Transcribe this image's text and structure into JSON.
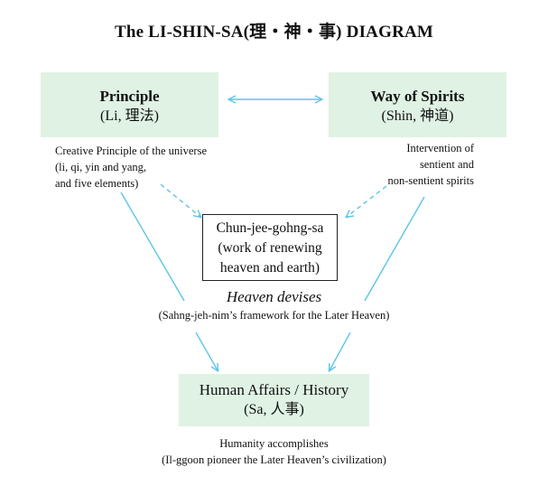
{
  "title": "The LI-SHIN-SA(理・神・事) DIAGRAM",
  "principle": {
    "heading": "Principle",
    "sub": "(Li, 理法)",
    "desc_lines": [
      "Creative Principle of the universe",
      "(li, qi, yin and yang,",
      "and five elements)"
    ]
  },
  "spirits": {
    "heading": "Way of Spirits",
    "sub": "(Shin, 神道)",
    "desc_lines": [
      "Intervention of",
      "sentient and",
      "non-sentient spirits"
    ]
  },
  "center": {
    "lines": [
      "Chun-jee-gohng-sa",
      "(work of renewing",
      "heaven and earth)"
    ]
  },
  "heaven": {
    "label": "Heaven devises",
    "sub": "(Sahng-jeh-nim’s framework for the Later Heaven)"
  },
  "human": {
    "heading": "Human Affairs / History",
    "sub": "(Sa, 人事)",
    "desc": "Humanity accomplishes",
    "desc_sub": "(Il-ggoon pioneer the Later Heaven’s civilization)"
  },
  "colors": {
    "box_fill": "#dff2e3",
    "arrow": "#5ec4e8",
    "text": "#111111"
  }
}
